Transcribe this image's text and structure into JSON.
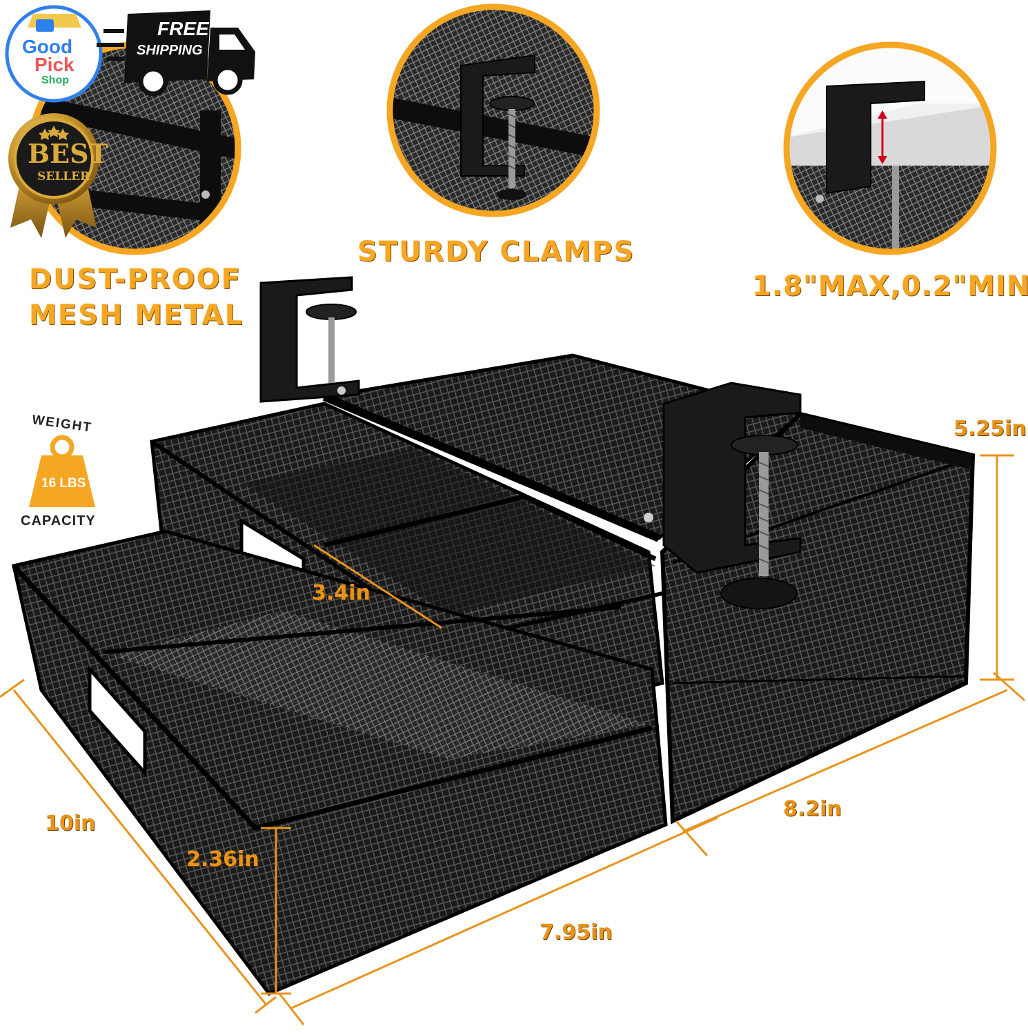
{
  "badges": {
    "logo": {
      "line1": "Good",
      "line2": "Pick",
      "line3": "Shop"
    },
    "free_shipping": {
      "line1": "FREE",
      "line2": "SHIPPING"
    },
    "best_seller": {
      "line1": "BEST",
      "line2": "SELLER"
    },
    "weight": {
      "top": "WEIGHT",
      "value": "16 LBS",
      "bottom": "CAPACITY"
    }
  },
  "features": {
    "mesh_line1": "DUST-PROOF",
    "mesh_line2": "MESH METAL",
    "clamps": "STURDY CLAMPS",
    "clamp_range": "1.8\"MAX,0.2\"MIN"
  },
  "dimensions": {
    "height": "5.25in",
    "divider": "3.4in",
    "depth": "10in",
    "drawer_height": "2.36in",
    "side_width": "8.2in",
    "front_width": "7.95in"
  },
  "colors": {
    "accent": "#F5A623",
    "product": "#111111"
  }
}
